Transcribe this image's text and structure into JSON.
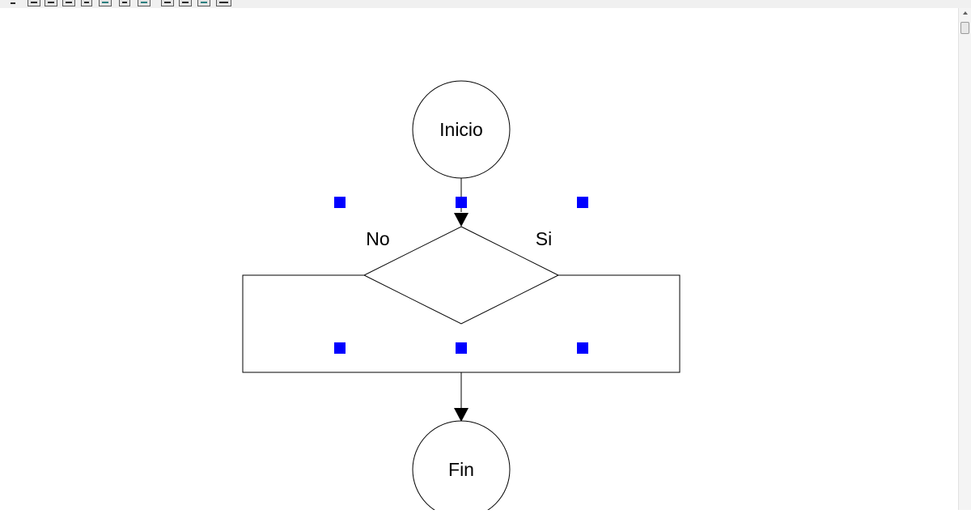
{
  "flowchart": {
    "start_label": "Inicio",
    "end_label": "Fin",
    "branch_no_label": "No",
    "branch_yes_label": "Si"
  },
  "colors": {
    "line": "#000000",
    "selection_handle": "#0000ff",
    "toolbar_bg": "#f0f0f0"
  },
  "toolbar": {
    "icons": [
      "pointer-icon",
      "rectangle-tool-icon",
      "rounded-rectangle-tool-icon",
      "ellipse-tool-icon",
      "decision-tool-icon",
      "line-tool-icon",
      "arrow-tool-icon",
      "connector-tool-icon",
      "page-icon",
      "page-alt-icon",
      "print-icon",
      "export-icon"
    ]
  }
}
